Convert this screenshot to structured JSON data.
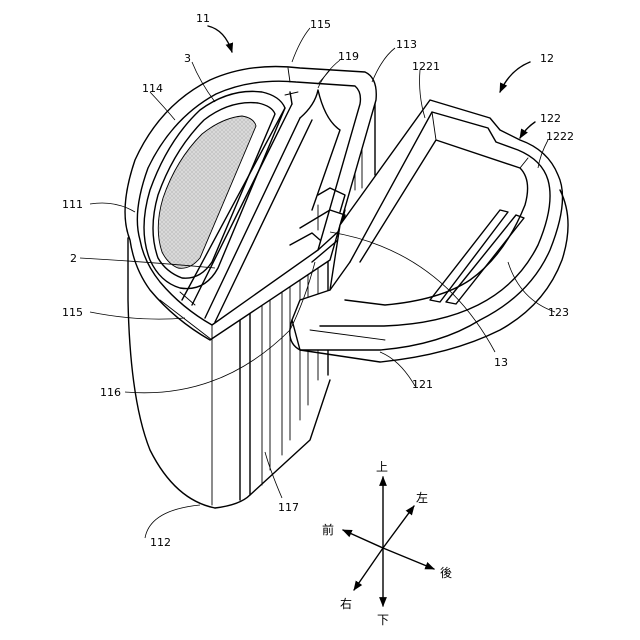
{
  "figure": {
    "reference_labels": {
      "r11": "11",
      "r115_top": "115",
      "r119": "119",
      "r113": "113",
      "r3": "3",
      "r114": "114",
      "r1221": "1221",
      "r12": "12",
      "r122": "122",
      "r1222": "1222",
      "r111": "111",
      "r2": "2",
      "r115_left": "115",
      "r123": "123",
      "r13": "13",
      "r116": "116",
      "r121": "121",
      "r117": "117",
      "r112": "112"
    },
    "direction_labels": {
      "up": "上",
      "down": "下",
      "front": "前",
      "back": "後",
      "left": "左",
      "right": "右"
    },
    "colors": {
      "line": "#000000",
      "mesh": "#d9d9d9",
      "background": "#ffffff"
    }
  }
}
